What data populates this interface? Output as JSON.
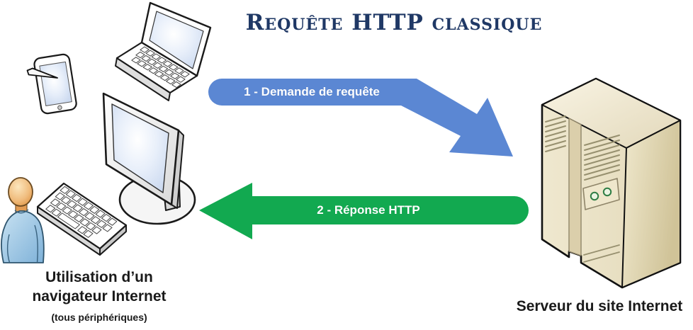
{
  "title": "Requête HTTP classique",
  "arrows": {
    "request": {
      "label": "1 - Demande de requête",
      "color": "#5B87D3"
    },
    "response": {
      "label": "2 - Réponse HTTP",
      "color": "#12A950"
    }
  },
  "client": {
    "caption_line1": "Utilisation d’un",
    "caption_line2": "navigateur Internet",
    "caption_sub": "(tous périphériques)",
    "device_icons": [
      "smartphone-icon",
      "laptop-icon",
      "monitor-icon",
      "keyboard-icon",
      "user-icon"
    ]
  },
  "server": {
    "caption": "Serveur du site Internet",
    "icon": "server-tower-icon",
    "led_count": 2
  },
  "colors": {
    "title_text": "#1F3865",
    "caption_text": "#1A1A1A",
    "arrow_label_text": "#FFFFFF",
    "request_arrow": "#5B87D3",
    "response_arrow": "#12A950",
    "server_body": "#EDE5C9",
    "device_screen": "#D8E3F2",
    "background": "#FFFFFF"
  }
}
